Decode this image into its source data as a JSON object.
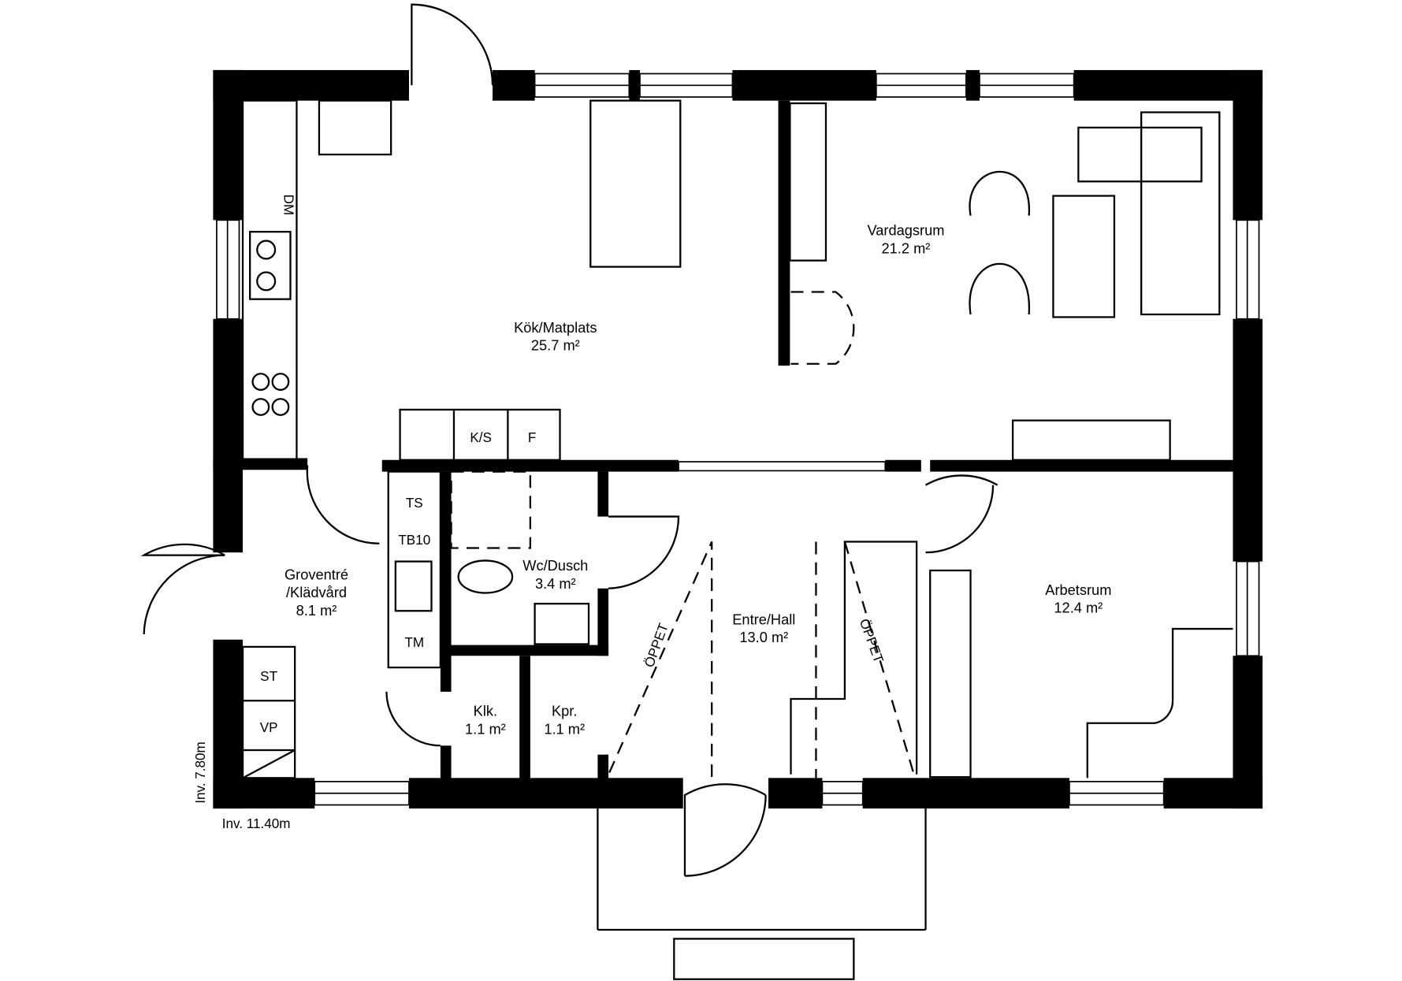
{
  "rooms": {
    "kitchen": {
      "name": "Kök/Matplats",
      "area": "25.7 m²"
    },
    "living": {
      "name": "Vardagsrum",
      "area": "21.2 m²"
    },
    "utility": {
      "name": "Groventré",
      "name2": "/Klädvård",
      "area": "8.1 m²"
    },
    "bath": {
      "name": "Wc/Dusch",
      "area": "3.4 m²"
    },
    "hall": {
      "name": "Entre/Hall",
      "area": "13.0 m²"
    },
    "office": {
      "name": "Arbetsrum",
      "area": "12.4 m²"
    },
    "closet1": {
      "name": "Klk.",
      "area": "1.1 m²"
    },
    "closet2": {
      "name": "Kpr.",
      "area": "1.1 m²"
    }
  },
  "fixtures": {
    "dm": "DM",
    "ks": "K/S",
    "f": "F",
    "ts": "TS",
    "tb10": "TB10",
    "tm": "TM",
    "st": "ST",
    "vp": "VP",
    "open1": "ÖPPET",
    "open2": "ÖPPET"
  },
  "dimensions": {
    "height": "Inv. 7.80m",
    "width": "Inv. 11.40m"
  }
}
